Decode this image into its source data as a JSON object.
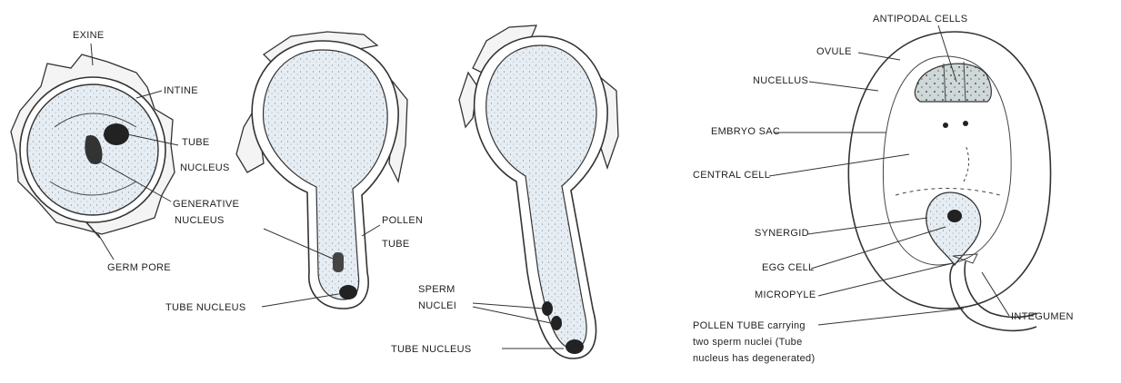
{
  "labels": {
    "exine": "EXINE",
    "intine": "INTINE",
    "tube_nucleus": "TUBE",
    "tube_nucleus_2": "NUCLEUS",
    "generative": "GENERATIVE",
    "generative_2": "NUCLEUS",
    "germ_pore": "GERM PORE",
    "pollen_tube": "POLLEN",
    "pollen_tube_2": "TUBE",
    "tube_nucleus_b": "TUBE NUCLEUS",
    "sperm": "SPERM",
    "sperm_2": "NUCLEI",
    "tube_nucleus_c": "TUBE NUCLEUS",
    "antipodal": "ANTIPODAL CELLS",
    "ovule": "OVULE",
    "nucellus": "NUCELLUS",
    "embryo_sac": "EMBRYO SAC",
    "central_cell": "CENTRAL CELL",
    "synergid": "SYNERGID",
    "egg_cell": "EGG CELL",
    "micropyle": "MICROPYLE",
    "integument": "INTEGUMEN",
    "pollen_caption_1": "POLLEN TUBE carrying",
    "pollen_caption_2": "two sperm nuclei (Tube",
    "pollen_caption_3": "nucleus has degenerated)"
  }
}
